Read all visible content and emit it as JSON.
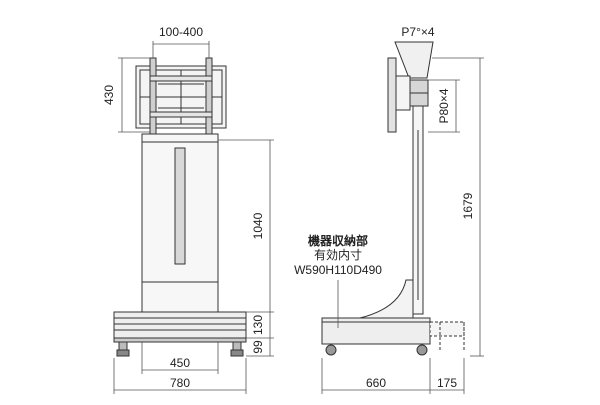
{
  "front_view": {
    "mount_width": "100-400",
    "mount_height": "430",
    "column_height": "1040",
    "base_height": "130",
    "caster_height": "99",
    "inner_base_width": "450",
    "overall_width": "780"
  },
  "side_view": {
    "tilt": "P7°×4",
    "vertical_adjust": "P80×4",
    "overall_height": "1679",
    "base_depth": "660",
    "rear_depth": "175",
    "storage_note": {
      "line1": "機器収納部",
      "line2": "有効内寸",
      "line3": "W590H110D490"
    }
  },
  "colors": {
    "line": "#333333",
    "dim_line": "#555555",
    "fill_light": "#f2f2f2",
    "fill_mid": "#dddddd"
  }
}
